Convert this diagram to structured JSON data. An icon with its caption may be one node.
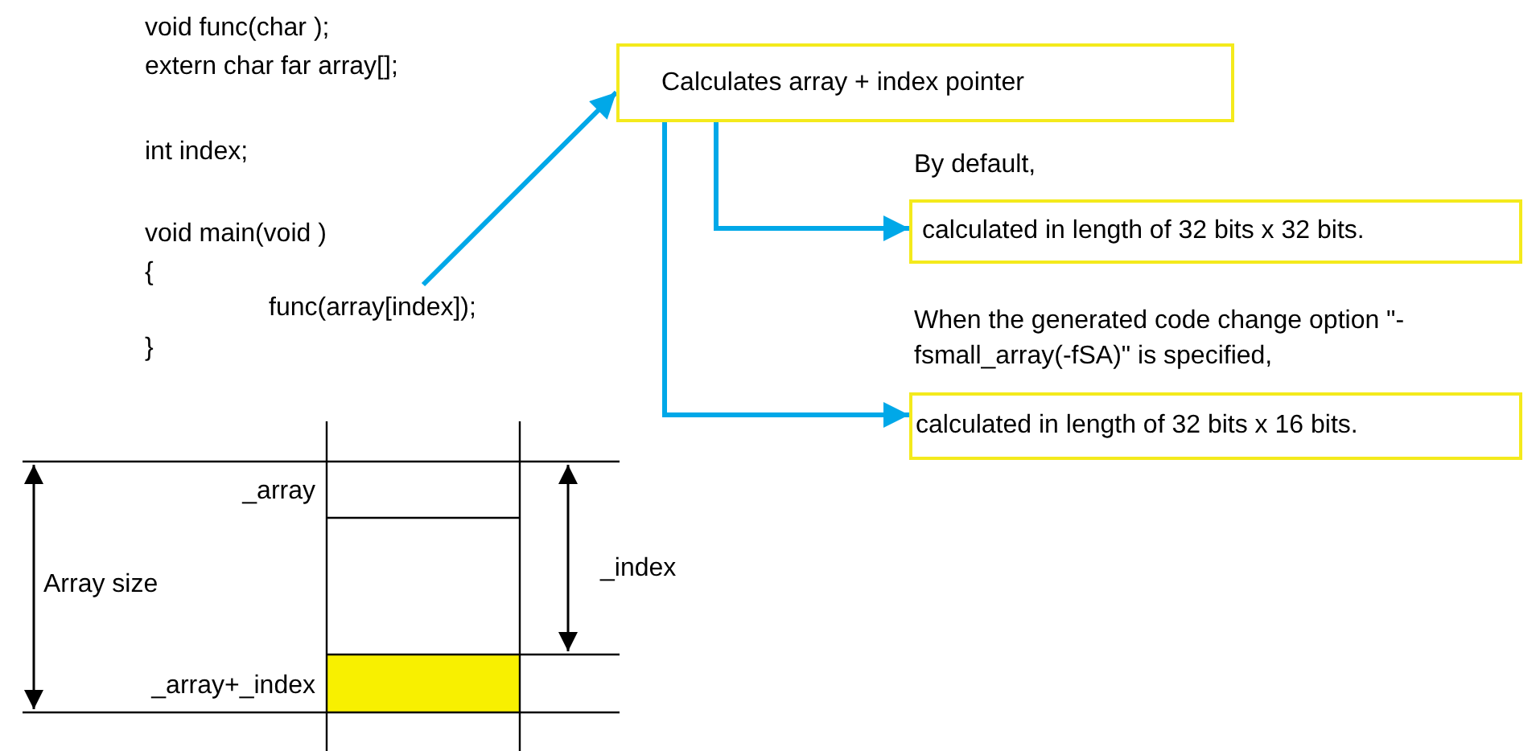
{
  "diagram": {
    "nodes": [
      {
        "text": [
          "func(array[index]);"
        ]
      },
      {
        "text": [
          "Calculates array + index pointer"
        ]
      },
      {
        "text": [
          "calculated in length of 32 bits x 32 bits."
        ],
        "beside": [
          "By default,"
        ]
      },
      {
        "text": [
          "calculated in length of 32 bits x 16 bits."
        ],
        "beside": [
          "When the generated code change option \"-fsmall_array(-fSA)\" is specified,"
        ]
      }
    ],
    "edges": [
      {
        "from": 0,
        "to": 1,
        "arrow": "to"
      },
      {
        "from": 1,
        "to": 2,
        "arrow": "to"
      },
      {
        "from": 1,
        "to": 3,
        "arrow": "to"
      }
    ],
    "labels": [
      "void func(char );",
      "extern char far array[];",
      "int index;",
      "void main(void )",
      "{",
      "}",
      "_array",
      "Array size",
      "_index",
      "_array+_index"
    ]
  }
}
